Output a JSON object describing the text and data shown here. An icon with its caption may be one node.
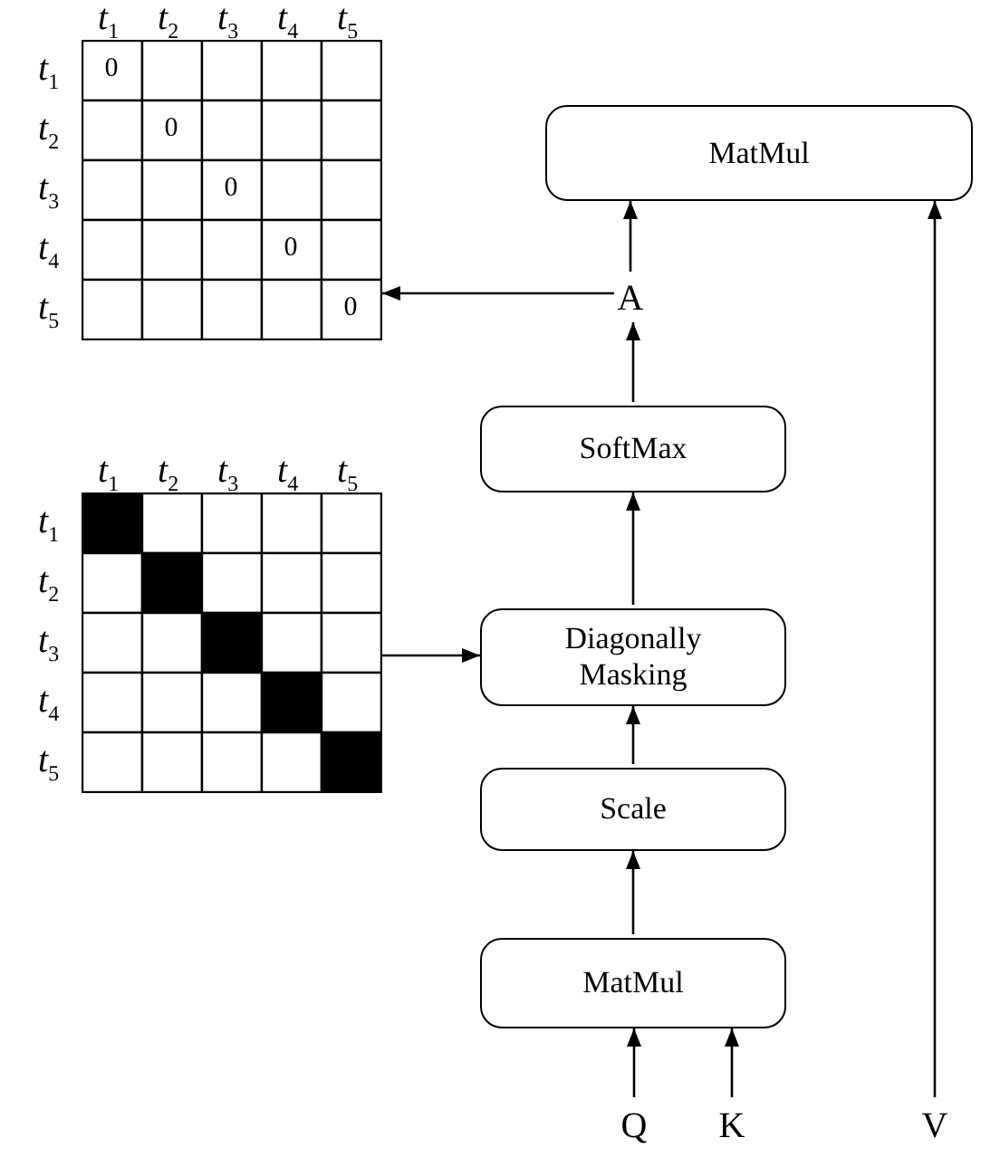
{
  "diagram": {
    "nodes": [
      {
        "text": [
          "MatMul"
        ]
      },
      {
        "text": [
          "A"
        ]
      },
      {
        "text": [
          "SoftMax"
        ]
      },
      {
        "text": [
          "Diagonally Masking"
        ]
      },
      {
        "text": [
          "Scale"
        ]
      },
      {
        "text": [
          "MatMul"
        ]
      },
      {
        "text": [
          "Q"
        ]
      },
      {
        "text": [
          "K"
        ]
      },
      {
        "text": [
          "V"
        ]
      },
      {
        "text": [
          "0",
          "0",
          "0",
          "0",
          "0"
        ]
      },
      {
        "text": [],
        "shape": "grid"
      }
    ],
    "edges": [
      {
        "from": 6,
        "to": 5,
        "arrow": "to"
      },
      {
        "from": 7,
        "to": 5,
        "arrow": "to"
      },
      {
        "from": 5,
        "to": 4,
        "arrow": "to"
      },
      {
        "from": 4,
        "to": 3,
        "arrow": "to"
      },
      {
        "from": 3,
        "to": 2,
        "arrow": "to"
      },
      {
        "from": 2,
        "to": 1,
        "arrow": "to"
      },
      {
        "from": 1,
        "to": 0,
        "arrow": "to"
      },
      {
        "from": 8,
        "to": 0,
        "arrow": "to"
      },
      {
        "from": 1,
        "to": 9,
        "arrow": "to"
      },
      {
        "from": 10,
        "to": 3,
        "arrow": "to"
      }
    ],
    "labels": [
      "*t*$_{1}$",
      "*t*$_{2}$",
      "*t*$_{3}$",
      "*t*$_{4}$",
      "*t*$_{5}$",
      "*t*$_{1}$",
      "*t*$_{2}$",
      "*t*$_{3}$",
      "*t*$_{4}$",
      "*t*$_{5}$",
      "*t*$_{1}$",
      "*t*$_{2}$",
      "*t*$_{3}$",
      "*t*$_{4}$",
      "*t*$_{5}$",
      "*t*$_{1}$",
      "*t*$_{2}$",
      "*t*$_{3}$",
      "*t*$_{4}$",
      "*t*$_{5}$"
    ]
  }
}
